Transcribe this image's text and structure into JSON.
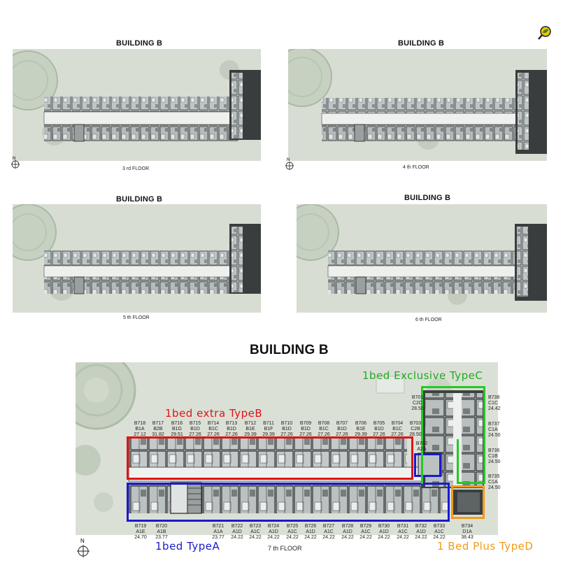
{
  "small_plans": [
    {
      "title": "BUILDING B",
      "floor": "3 rd FLOOR"
    },
    {
      "title": "BUILDING B",
      "floor": "4 th FLOOR"
    },
    {
      "title": "BUILDING B",
      "floor": "5 th FLOOR"
    },
    {
      "title": "BUILDING B",
      "floor": "6 th FLOOR"
    }
  ],
  "main": {
    "title": "BUILDING B",
    "floor": "7 th FLOOR",
    "north": "N",
    "top_units": [
      {
        "code": "B718",
        "type": "B1A",
        "area": "27.12"
      },
      {
        "code": "B717",
        "type": "B2B",
        "area": "31.82"
      },
      {
        "code": "B716",
        "type": "B1G",
        "area": "29.51"
      },
      {
        "code": "B715",
        "type": "B1D",
        "area": "27.26"
      },
      {
        "code": "B714",
        "type": "B1C",
        "area": "27.26"
      },
      {
        "code": "B713",
        "type": "B1D",
        "area": "27.26"
      },
      {
        "code": "B712",
        "type": "B1E",
        "area": "29.39"
      },
      {
        "code": "B711",
        "type": "B1F",
        "area": "29.39"
      },
      {
        "code": "B710",
        "type": "B1D",
        "area": "27.26"
      },
      {
        "code": "B709",
        "type": "B1D",
        "area": "27.26"
      },
      {
        "code": "B708",
        "type": "B1C",
        "area": "27.26"
      },
      {
        "code": "B707",
        "type": "B1D",
        "area": "27.26"
      },
      {
        "code": "B706",
        "type": "B1E",
        "area": "29.39"
      },
      {
        "code": "B705",
        "type": "B1D",
        "area": "27.26"
      },
      {
        "code": "B704",
        "type": "B1C",
        "area": "27.26"
      }
    ],
    "top_units_tail": [
      {
        "code": "B703",
        "type": "C2B",
        "area": "28.50"
      }
    ],
    "bottom_units": [
      {
        "code": "B719",
        "type": "A1E",
        "area": "24.70"
      },
      {
        "code": "B720",
        "type": "A1B",
        "area": "23.77"
      },
      {
        "code": "B721",
        "type": "A1A",
        "area": "23.77"
      },
      {
        "code": "B722",
        "type": "A1D",
        "area": "24.22"
      },
      {
        "code": "B723",
        "type": "A1C",
        "area": "24.22"
      },
      {
        "code": "B724",
        "type": "A1D",
        "area": "24.22"
      },
      {
        "code": "B725",
        "type": "A1C",
        "area": "24.22"
      },
      {
        "code": "B726",
        "type": "A1D",
        "area": "24.22"
      },
      {
        "code": "B727",
        "type": "A1C",
        "area": "24.22"
      },
      {
        "code": "B728",
        "type": "A1D",
        "area": "24.22"
      },
      {
        "code": "B729",
        "type": "A1C",
        "area": "24.22"
      },
      {
        "code": "B730",
        "type": "A1D",
        "area": "24.22"
      },
      {
        "code": "B731",
        "type": "A1C",
        "area": "24.22"
      },
      {
        "code": "B732",
        "type": "A1D",
        "area": "24.22"
      },
      {
        "code": "B733",
        "type": "A1C",
        "area": "24.22"
      },
      {
        "code": "B734",
        "type": "D1A",
        "area": "38.43"
      }
    ],
    "b701": {
      "code": "B701",
      "type": "C2C",
      "area": "28.50"
    },
    "b702": {
      "code": "B702",
      "type": "A2A",
      "area": ""
    },
    "right_units": [
      {
        "code": "B738",
        "type": "C1C",
        "area": "24.42"
      },
      {
        "code": "B737",
        "type": "C1A",
        "area": "24.50"
      },
      {
        "code": "B736",
        "type": "C1B",
        "area": "24.50"
      },
      {
        "code": "B735",
        "type": "C1A",
        "area": "24.50"
      }
    ],
    "legend": {
      "typeA": "1bed TypeA",
      "typeB": "1bed extra TypeB",
      "typeC": "1bed Exclusive TypeC",
      "typeD": "1 Bed Plus TypeD"
    },
    "colors": {
      "typeA": "#1a1acc",
      "typeB": "#e01414",
      "typeC": "#22cc22",
      "typeD": "#f29a1a"
    }
  }
}
